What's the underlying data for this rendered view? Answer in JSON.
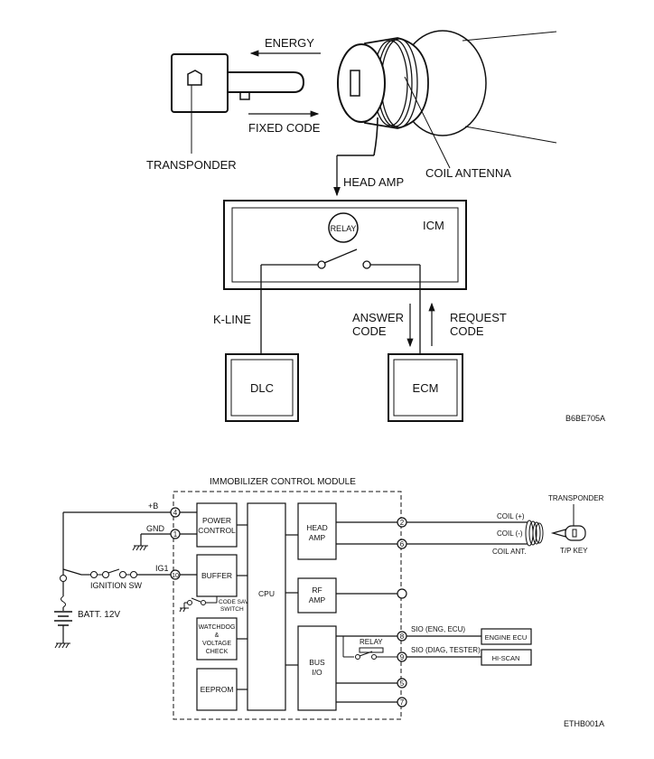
{
  "upper_diagram": {
    "energy": "ENERGY",
    "fixed_code": "FIXED CODE",
    "transponder": "TRANSPONDER",
    "coil_antenna": "COIL ANTENNA",
    "head_amp": "HEAD AMP",
    "icm": "ICM",
    "relay": "RELAY",
    "k_line": "K-LINE",
    "answer_code_1": "ANSWER",
    "answer_code_2": "CODE",
    "request_code_1": "REQUEST",
    "request_code_2": "CODE",
    "dlc": "DLC",
    "ecm": "ECM",
    "figure_code": "B6BE705A"
  },
  "lower_diagram": {
    "module_title": "IMMOBILIZER CONTROL MODULE",
    "plus_b": "+B",
    "gnd": "GND",
    "ig1": "IG1",
    "ignition_sw": "IGNITION SW",
    "batt": "BATT. 12V",
    "power_control_1": "POWER",
    "power_control_2": "CONTROL",
    "buffer": "BUFFER",
    "code_save_1": "CODE SAVE",
    "code_save_2": "SWITCH",
    "watchdog_1": "WATCHDOG",
    "watchdog_2": "&",
    "watchdog_3": "VOLTAGE",
    "watchdog_4": "CHECK",
    "eeprom": "EEPROM",
    "cpu": "CPU",
    "head_amp_1": "HEAD",
    "head_amp_2": "AMP",
    "rf_amp_1": "RF",
    "rf_amp_2": "AMP",
    "bus_io_1": "BUS",
    "bus_io_2": "I/O",
    "relay": "RELAY",
    "pins": [
      "4",
      "1",
      "10",
      "2",
      "6",
      "8",
      "9",
      "5",
      "7"
    ],
    "coil_plus": "COIL (+)",
    "coil_minus": "COIL (-)",
    "coil_ant": "COIL ANT.",
    "transponder": "TRANSPONDER",
    "tp_key": "T/P KEY",
    "sio_eng": "SIO (ENG, ECU)",
    "sio_diag": "SIO (DIAG, TESTER)",
    "engine_ecu": "ENGINE ECU",
    "hi_scan": "HI-SCAN",
    "figure_code": "ETHB001A"
  }
}
